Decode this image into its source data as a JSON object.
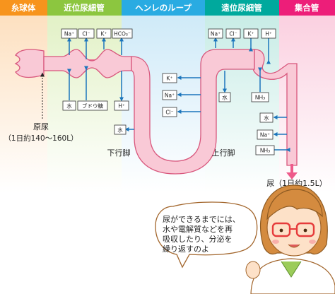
{
  "sections": [
    {
      "key": "glomerulus",
      "title": "糸球体",
      "color": "#f7941d"
    },
    {
      "key": "proximal",
      "title": "近位尿細管",
      "color": "#8cc63f"
    },
    {
      "key": "henle",
      "title": "ヘンレのループ",
      "color": "#29abe2"
    },
    {
      "key": "distal",
      "title": "遠位尿細管",
      "color": "#00a99d"
    },
    {
      "key": "collecting",
      "title": "集合管",
      "color": "#ed1e79"
    }
  ],
  "labels": {
    "primary_urine": "原尿",
    "primary_volume": "（1日約140〜160L）",
    "descending": "下行脚",
    "ascending": "上行脚",
    "urine_output": "尿（1日約1.5L）"
  },
  "boxes": {
    "prox_na": "Na⁺",
    "prox_cl": "Cl⁻",
    "prox_k": "K⁺",
    "prox_hco3": "HCO₃⁻",
    "prox_water": "水",
    "prox_glucose": "ブドウ糖",
    "prox_h": "H⁺",
    "desc_water": "水",
    "asc_k": "K⁺",
    "asc_na": "Na⁺",
    "asc_cl": "Cl⁻",
    "dist_na": "Na⁺",
    "dist_cl": "Cl⁻",
    "dist_k": "K⁺",
    "dist_h": "H⁺",
    "dist_water": "水",
    "dist_nh3": "NH₃",
    "coll_water": "水",
    "coll_na": "Na⁺",
    "coll_nh3": "NH₃"
  },
  "speech": {
    "line1": "尿ができるまでには、",
    "line2": "水や電解質などを再",
    "line3": "吸収したり、分泌を",
    "line4": "繰り返すのよ"
  },
  "colors": {
    "tubule_fill": "#f9c9d6",
    "tubule_stroke": "#d8567c",
    "arrow_blue": "#1b75bc",
    "arrow_pink": "#ee5a8a"
  }
}
